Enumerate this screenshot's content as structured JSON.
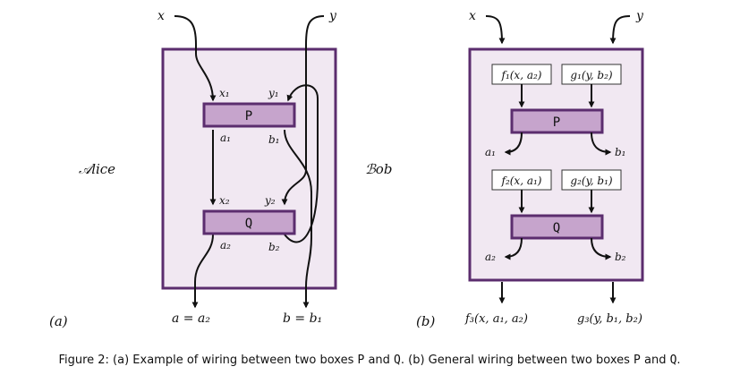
{
  "colors": {
    "frame_fill": "#f1e8f2",
    "frame_stroke": "#5b2d6e",
    "box_fill": "#c6a4cc",
    "wire": "#111111"
  },
  "panel_a": {
    "label": "(a)",
    "player_left": "𝒜lice",
    "input_x": "x",
    "input_y": "y",
    "box_p": "P",
    "box_q": "Q",
    "x1": "x₁",
    "y1": "y₁",
    "a1": "a₁",
    "b1": "b₁",
    "x2": "x₂",
    "y2": "y₂",
    "a2": "a₂",
    "b2": "b₂",
    "out_a": "a = a₂",
    "out_b": "b = b₁"
  },
  "panel_b": {
    "label": "(b)",
    "player_right": "ℬob",
    "input_x": "x",
    "input_y": "y",
    "f1": "f₁(x, a₂)",
    "g1": "g₁(y, b₂)",
    "f2": "f₂(x, a₁)",
    "g2": "g₂(y, b₁)",
    "box_p": "P",
    "box_q": "Q",
    "a1": "a₁",
    "b1": "b₁",
    "a2": "a₂",
    "b2": "b₂",
    "out_f3": "f₃(x, a₁, a₂)",
    "out_g3": "g₃(y, b₁, b₂)"
  },
  "caption": {
    "prefix": "Figure 2: (a) Example of wiring between two boxes ",
    "p1": "P",
    "and1": " and ",
    "q1": "Q",
    "mid": ". (b) General wiring between two boxes ",
    "p2": "P",
    "and2": " and ",
    "q2": "Q",
    "end": "."
  }
}
